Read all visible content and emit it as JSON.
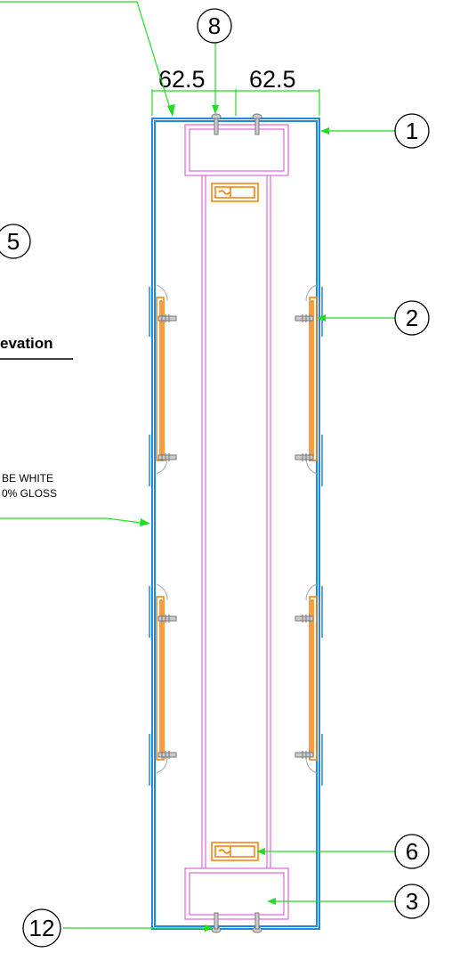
{
  "callouts": {
    "c1": "1",
    "c2": "2",
    "c3": "3",
    "c5": "5",
    "c6": "6",
    "c8": "8",
    "c12": "12"
  },
  "dimensions": {
    "left": "62.5",
    "right": "62.5"
  },
  "title": "evation",
  "note": {
    "line1": "BE WHITE",
    "line2": "0% GLOSS"
  },
  "colors": {
    "frame": "#1e88e5",
    "panel": "#e066e0",
    "bracket": "#f57c00",
    "leader": "#22dd22",
    "fastener": "#777777"
  }
}
